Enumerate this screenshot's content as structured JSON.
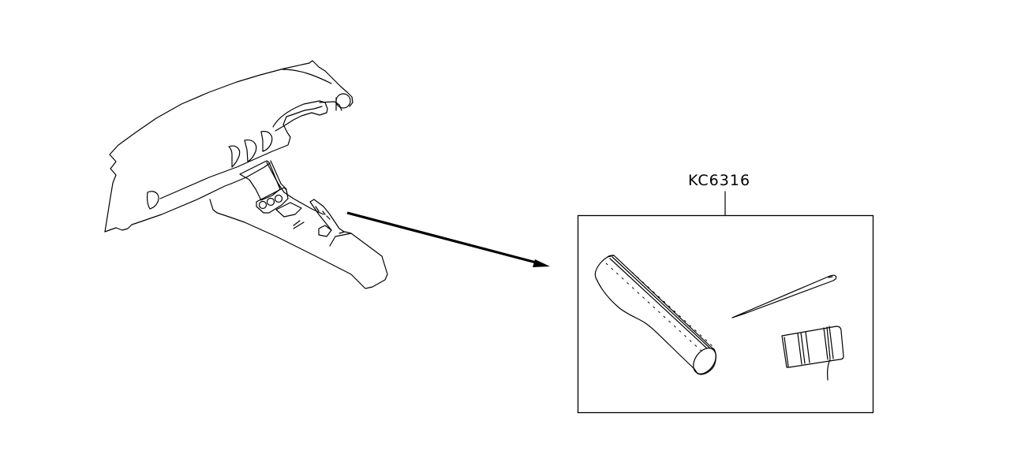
{
  "diagram": {
    "type": "parts-exploded-view",
    "callout": {
      "part_number": "KC6316"
    },
    "assembly_view": {
      "name": "instrument panel and center console"
    },
    "kit_contents": [
      {
        "name": "shift boot / console cover"
      },
      {
        "name": "needle"
      },
      {
        "name": "thread spool"
      }
    ],
    "colors": {
      "line": "#000000",
      "background": "#ffffff"
    }
  }
}
